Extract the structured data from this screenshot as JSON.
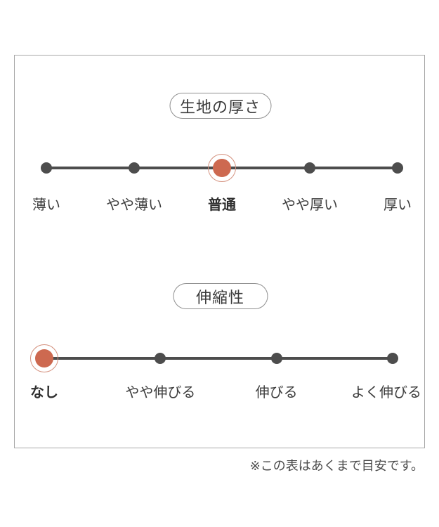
{
  "chart_data": [
    {
      "type": "scale",
      "title": "生地の厚さ",
      "categories": [
        "薄い",
        "やや薄い",
        "普通",
        "やや厚い",
        "厚い"
      ],
      "selected_index": 2,
      "selected": "普通"
    },
    {
      "type": "scale",
      "title": "伸縮性",
      "categories": [
        "なし",
        "やや伸びる",
        "伸びる",
        "よく伸びる"
      ],
      "selected_index": 0,
      "selected": "なし"
    }
  ],
  "note": "※この表はあくまで目安です。",
  "colors": {
    "accent": "#cd6950",
    "accent_ring": "#d4907d",
    "track": "#4d4d4d",
    "text": "#3d3d3d",
    "frame_border": "#a8a8a8"
  }
}
